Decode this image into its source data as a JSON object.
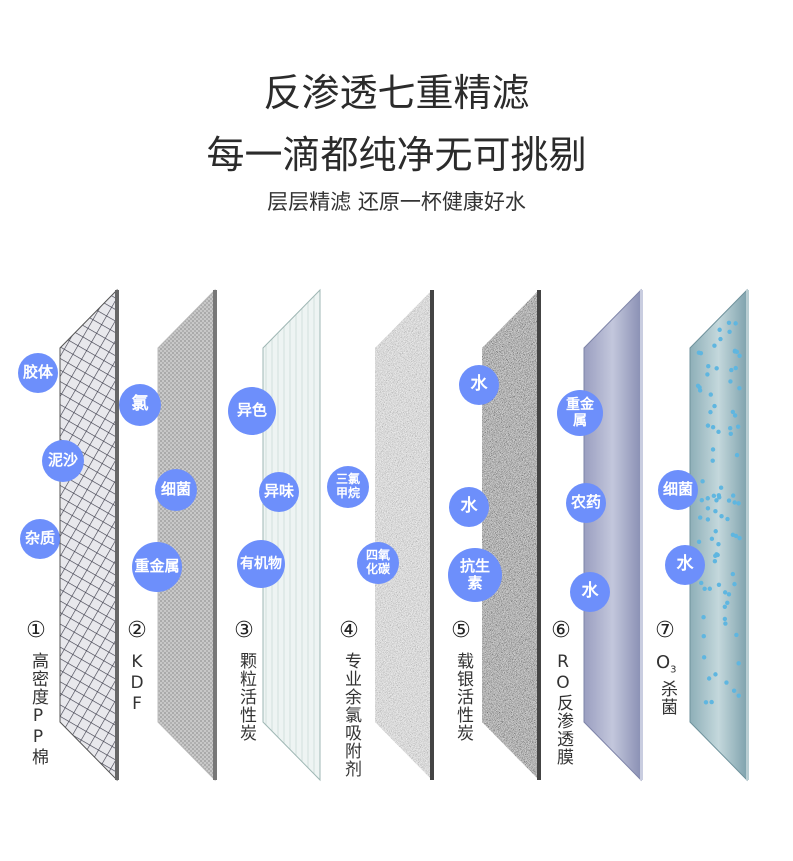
{
  "title_line1": "反渗透七重精滤",
  "title_line2": "每一滴都纯净无可挑剔",
  "subtitle": "层层精滤  还原一杯健康好水",
  "colors": {
    "bubble": "#6d8ffb"
  },
  "stages": [
    {
      "num": "①",
      "label": "高密度PP棉",
      "bubbles": [
        "胶体",
        "泥沙",
        "杂质"
      ]
    },
    {
      "num": "②",
      "label": "KDF",
      "bubbles": [
        "氯",
        "细菌",
        "重金属"
      ]
    },
    {
      "num": "③",
      "label": "颗粒活性炭",
      "bubbles": [
        "异色",
        "异味",
        "有机物"
      ]
    },
    {
      "num": "④",
      "label": "专业余氯吸附剂",
      "bubbles": [
        "三氯甲烷",
        "四氧化碳"
      ]
    },
    {
      "num": "⑤",
      "label": "载银活性炭",
      "bubbles": [
        "水",
        "水",
        "抗生素"
      ]
    },
    {
      "num": "⑥",
      "label": "RO反渗透膜",
      "bubbles": [
        "重金属",
        "农药",
        "水"
      ]
    },
    {
      "num": "⑦",
      "label": "杀菌",
      "label_prefix": "O",
      "label_sub": "3",
      "bubbles": [
        "细菌",
        "水"
      ]
    }
  ]
}
